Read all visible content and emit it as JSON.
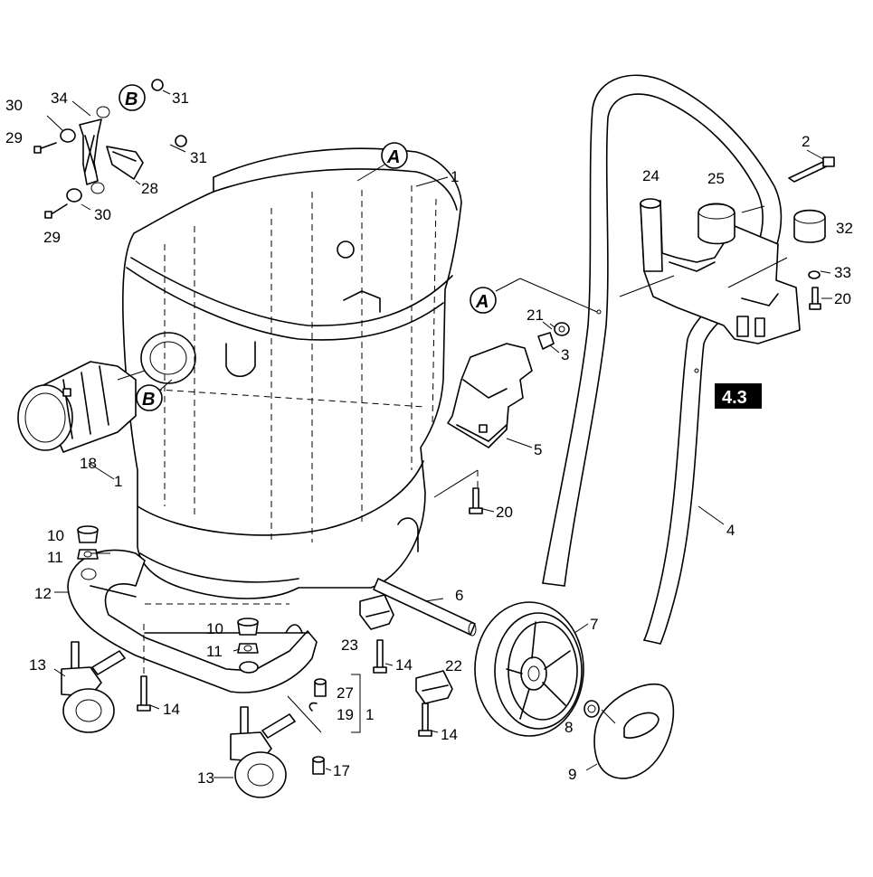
{
  "callouts": {
    "a": "A",
    "b": "B"
  },
  "section_badge": "4.3",
  "part_numbers": {
    "p1": "1",
    "p1b": "1",
    "p1c": "1",
    "p2": "2",
    "p3": "3",
    "p4": "4",
    "p5": "5",
    "p6": "6",
    "p7": "7",
    "p8": "8",
    "p9": "9",
    "p10a": "10",
    "p10b": "10",
    "p11a": "11",
    "p11b": "11",
    "p12": "12",
    "p13a": "13",
    "p13b": "13",
    "p14a": "14",
    "p14b": "14",
    "p14c": "14",
    "p17": "17",
    "p18": "18",
    "p19": "19",
    "p20a": "20",
    "p20b": "20",
    "p21": "21",
    "p22": "22",
    "p23": "23",
    "p24": "24",
    "p25": "25",
    "p27": "27",
    "p28": "28",
    "p29a": "29",
    "p29b": "29",
    "p30a": "30",
    "p30b": "30",
    "p31a": "31",
    "p31b": "31",
    "p32": "32",
    "p33": "33",
    "p34": "34"
  }
}
